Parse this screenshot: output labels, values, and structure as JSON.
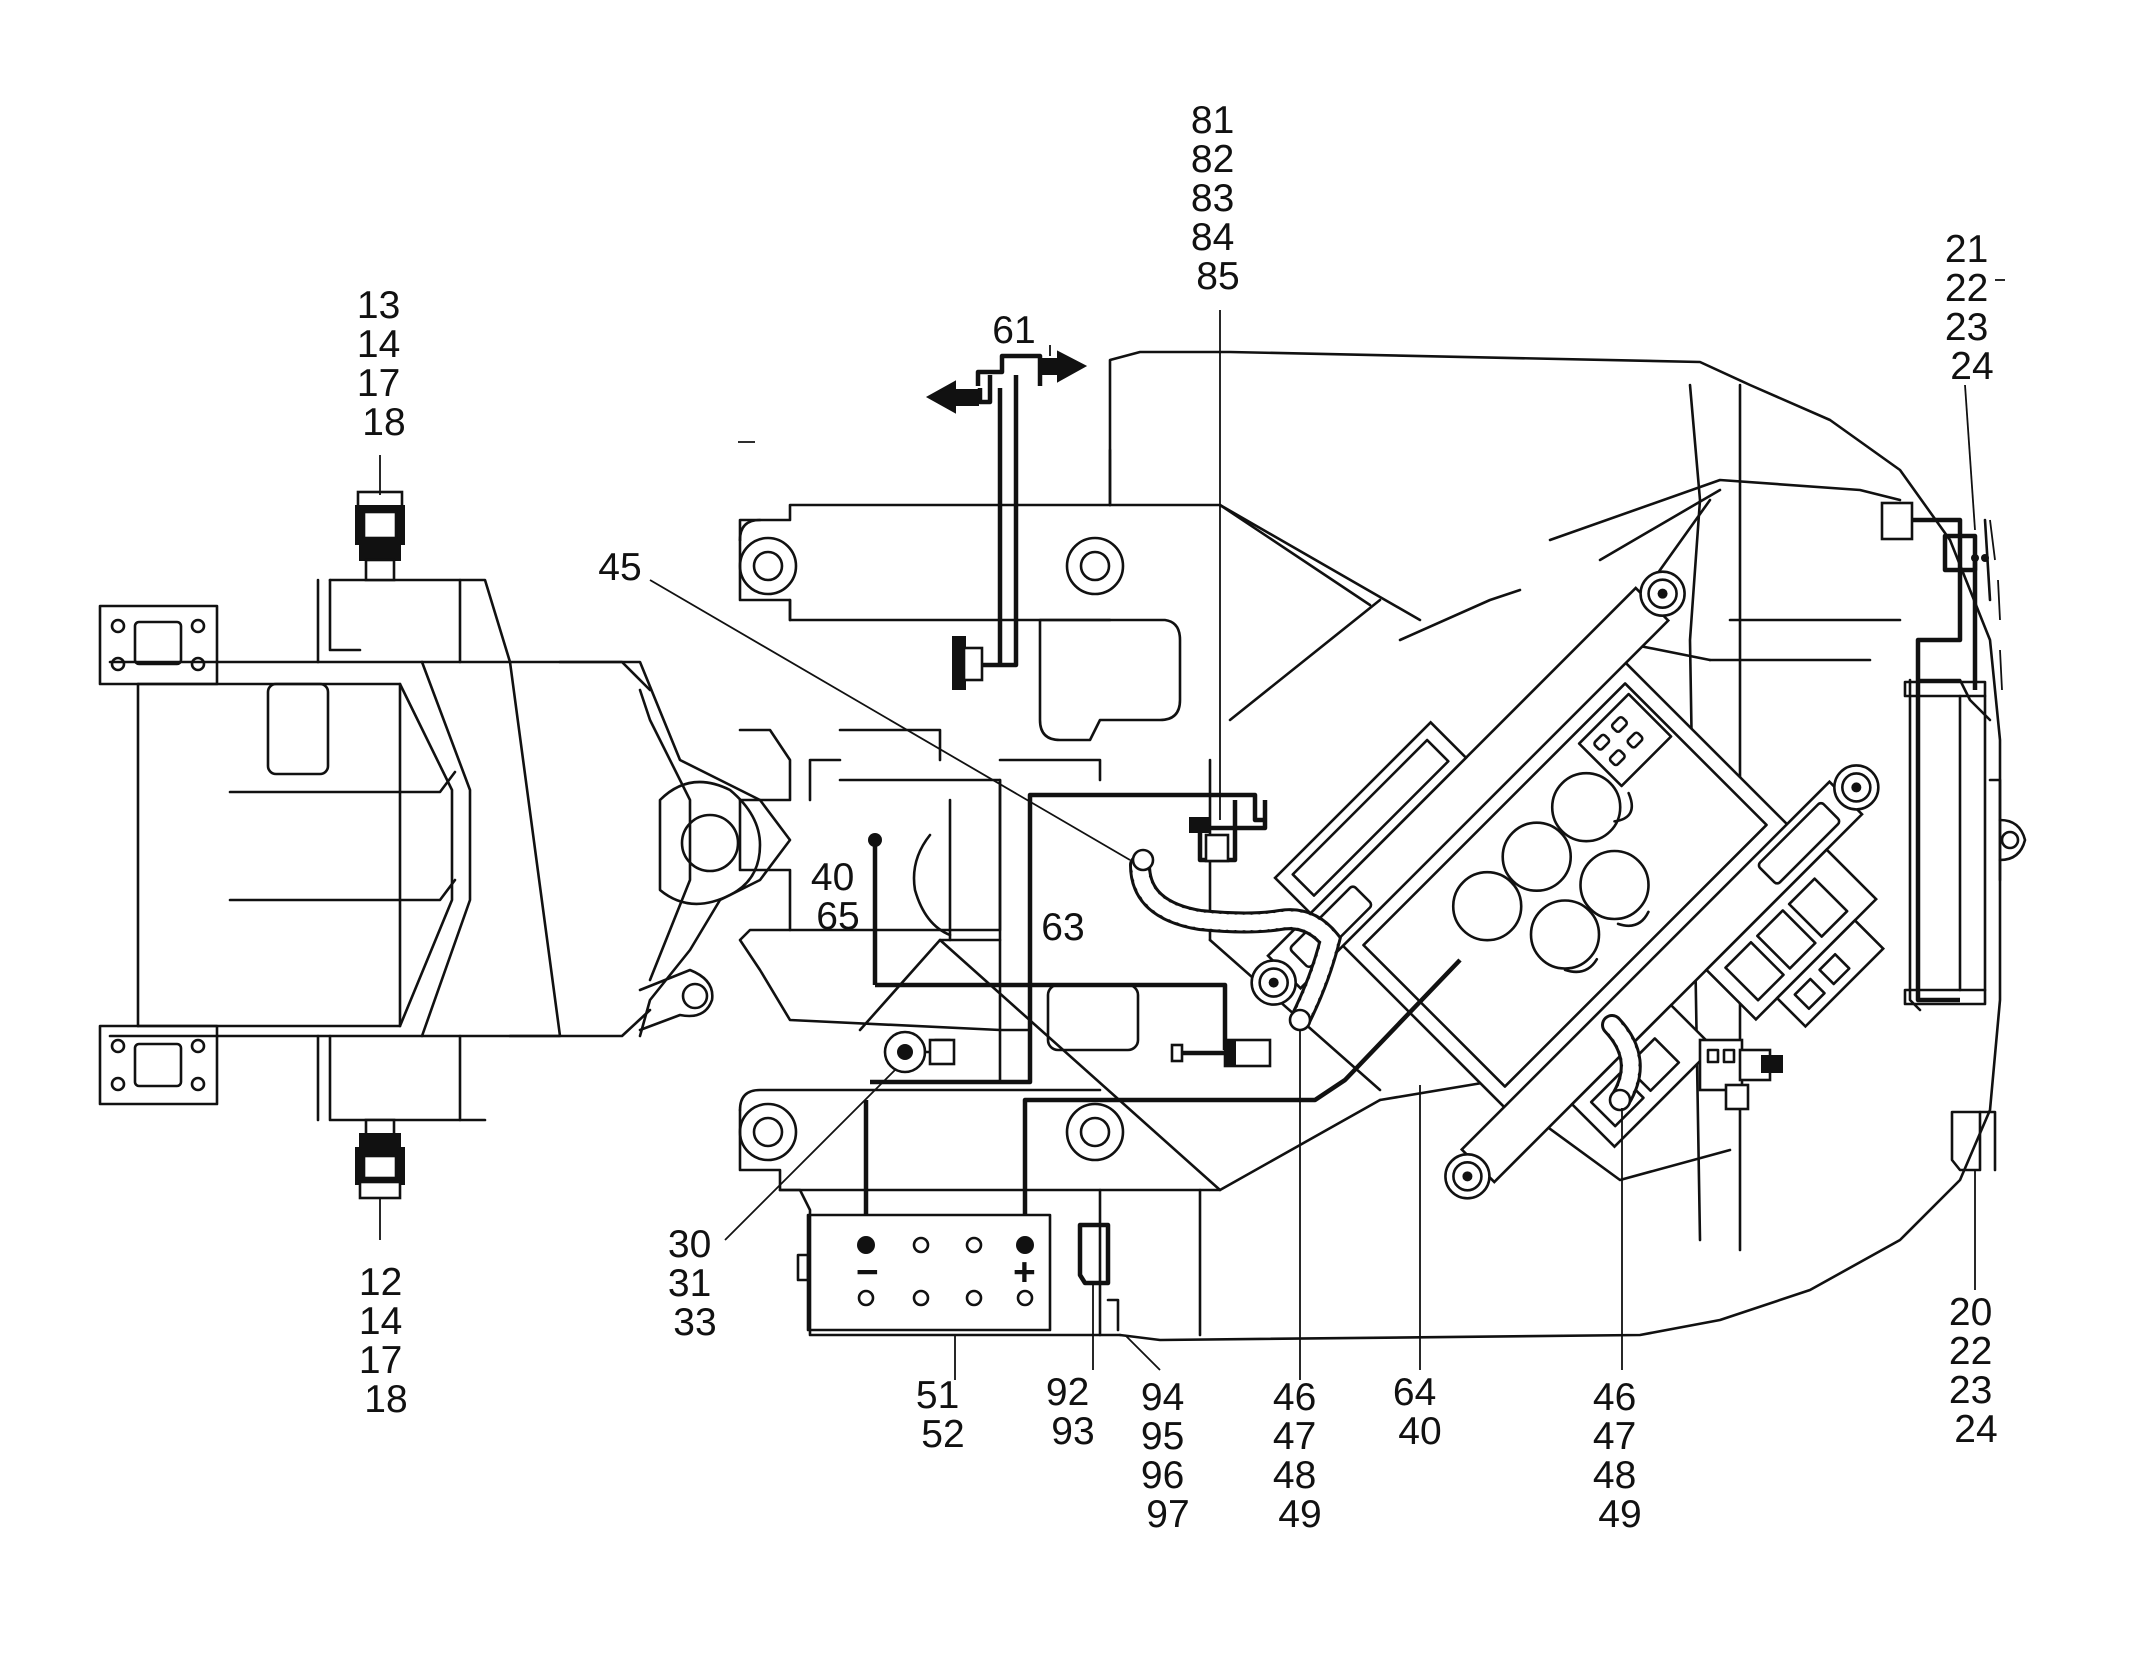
{
  "callouts": [
    {
      "id": "c-13-18",
      "lines": [
        "13",
        "14",
        "17",
        "18"
      ]
    },
    {
      "id": "c-12-18",
      "lines": [
        "12",
        "14",
        "17",
        "18"
      ]
    },
    {
      "id": "c-61",
      "lines": [
        "61"
      ]
    },
    {
      "id": "c-81-85",
      "lines": [
        "81",
        "82",
        "83",
        "84",
        "85"
      ]
    },
    {
      "id": "c-45",
      "lines": [
        "45"
      ]
    },
    {
      "id": "c-40-65",
      "lines": [
        "40",
        "65"
      ]
    },
    {
      "id": "c-63",
      "lines": [
        "63"
      ]
    },
    {
      "id": "c-30-33",
      "lines": [
        "30",
        "31",
        "33"
      ]
    },
    {
      "id": "c-51-52",
      "lines": [
        "51",
        "52"
      ]
    },
    {
      "id": "c-92-93",
      "lines": [
        "92",
        "93"
      ]
    },
    {
      "id": "c-94-97",
      "lines": [
        "94",
        "95",
        "96",
        "97"
      ]
    },
    {
      "id": "c-46-49-a",
      "lines": [
        "46",
        "47",
        "48",
        "49"
      ]
    },
    {
      "id": "c-64-40",
      "lines": [
        "64",
        "40"
      ]
    },
    {
      "id": "c-46-49-b",
      "lines": [
        "46",
        "47",
        "48",
        "49"
      ]
    },
    {
      "id": "c-21-24",
      "lines": [
        "21",
        "22",
        "23",
        "24"
      ]
    },
    {
      "id": "c-20-24",
      "lines": [
        "20",
        "22",
        "23",
        "24"
      ]
    }
  ],
  "battery": {
    "negative": "−",
    "positive": "+"
  }
}
